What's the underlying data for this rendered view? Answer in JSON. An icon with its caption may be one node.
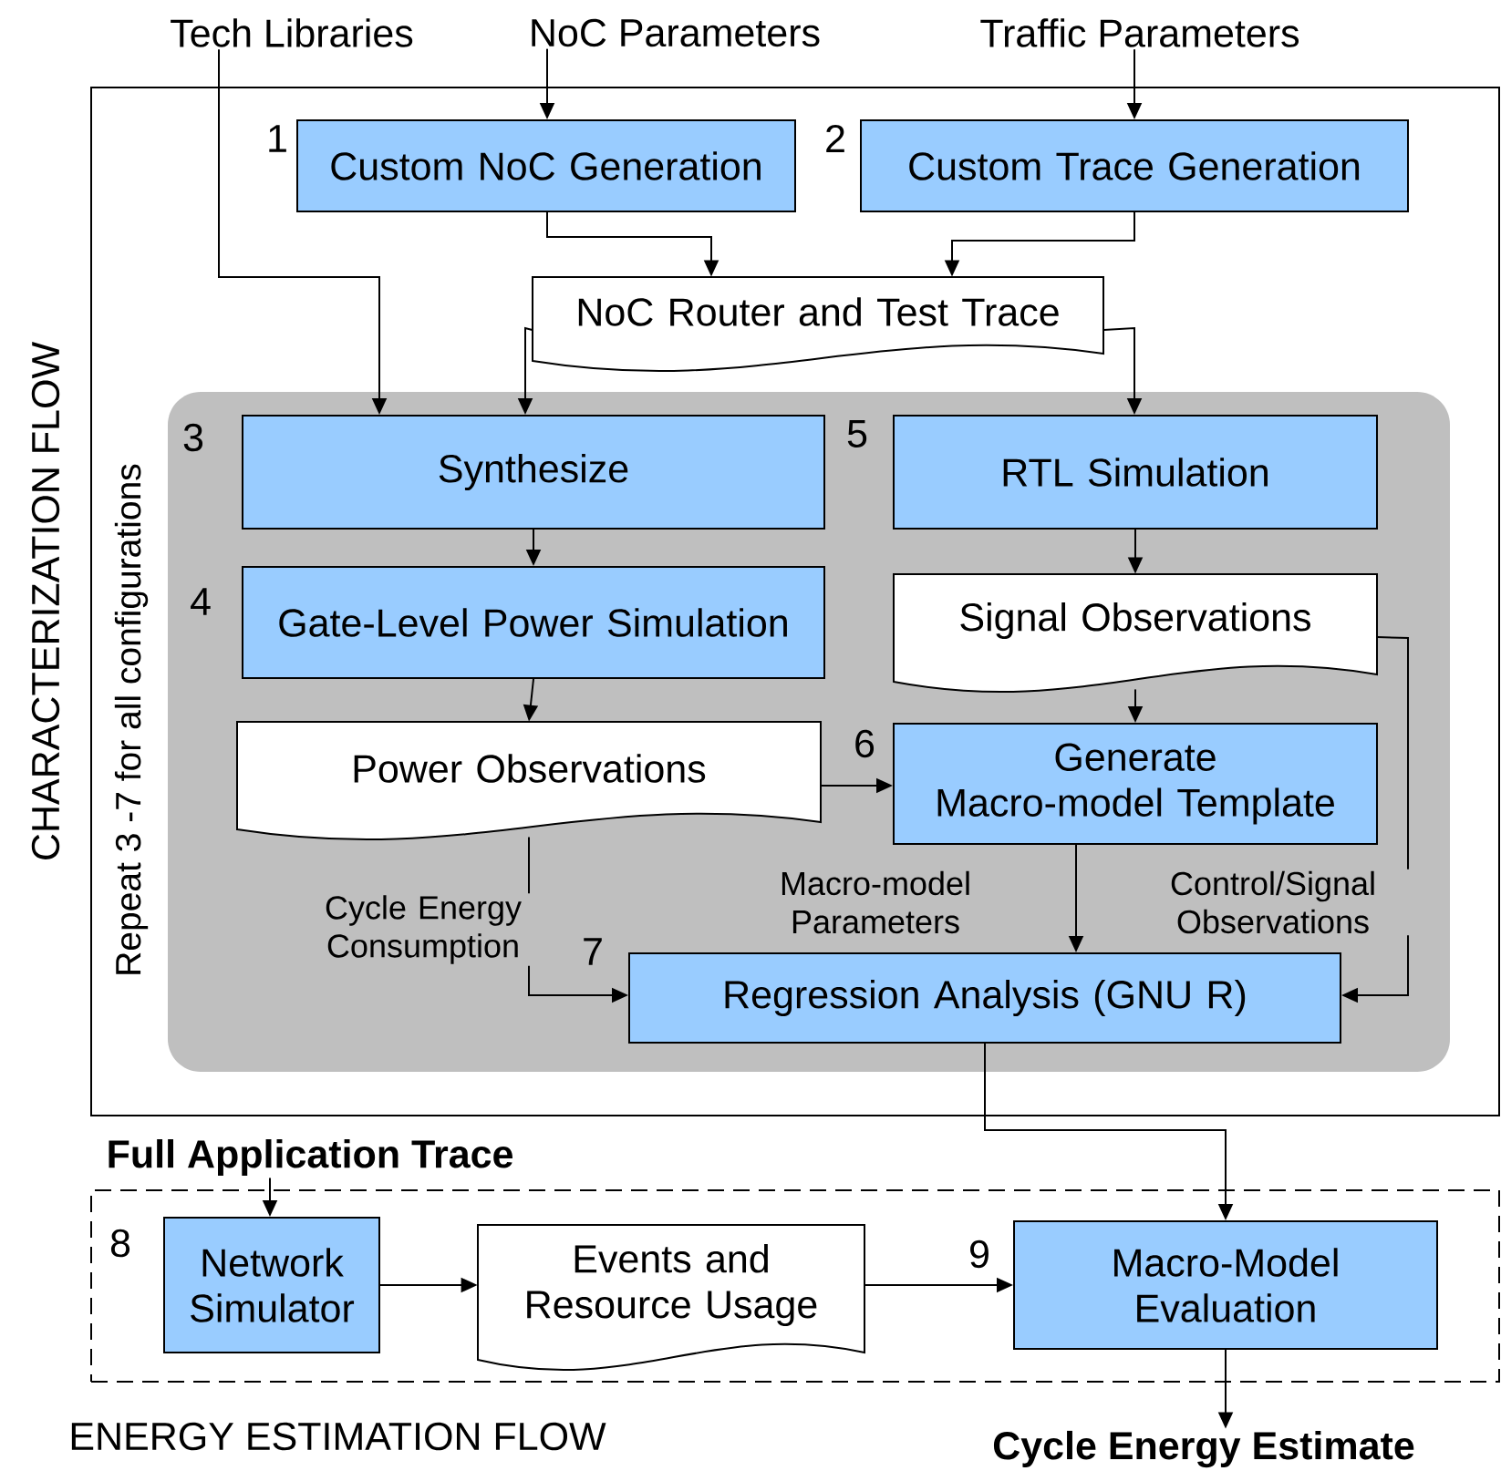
{
  "diagram": {
    "nodes": [
      {
        "text": [
          "Tech Libraries"
        ]
      },
      {
        "text": [
          "NoC Parameters"
        ]
      },
      {
        "text": [
          "Traffic Parameters"
        ]
      },
      {
        "text": [
          "CHARACTERIZATION FLOW"
        ]
      },
      {
        "text": [
          "Repeat 3 -7  for all configurations"
        ],
        "in": 3
      },
      {
        "text": [
          "Custom NoC Generation"
        ],
        "beside": [
          "1"
        ],
        "in": 3
      },
      {
        "text": [
          "Custom Trace Generation"
        ],
        "beside": [
          "2"
        ],
        "in": 3
      },
      {
        "text": [
          "NoC Router and Test Trace"
        ],
        "in": 3
      },
      {
        "text": [
          "Synthesize"
        ],
        "beside": [
          "3"
        ],
        "in": 4
      },
      {
        "text": [
          "RTL Simulation"
        ],
        "beside": [
          "5"
        ],
        "in": 4
      },
      {
        "text": [
          "Gate-Level Power Simulation"
        ],
        "beside": [
          "4"
        ],
        "in": 4
      },
      {
        "text": [
          "Signal Observations"
        ],
        "in": 4
      },
      {
        "text": [
          "Power Observations"
        ],
        "in": 4
      },
      {
        "text": [
          "Generate Macro-model Template"
        ],
        "beside": [
          "6"
        ],
        "in": 4
      },
      {
        "text": [
          "Regression Analysis (GNU R)"
        ],
        "beside": [
          "7"
        ],
        "in": 4
      },
      {
        "text": [
          "ENERGY ESTIMATION FLOW"
        ]
      },
      {
        "text": [
          "Full Application Trace"
        ]
      },
      {
        "text": [
          "Network Simulator"
        ],
        "beside": [
          "8"
        ],
        "in": 15
      },
      {
        "text": [
          "Events and Resource Usage"
        ],
        "in": 15
      },
      {
        "text": [
          "Macro-Model Evaluation"
        ],
        "beside": [
          "9"
        ],
        "in": 15
      },
      {
        "text": [
          "Cycle Energy Estimate"
        ]
      }
    ],
    "edges": [
      {
        "from": 0,
        "to": 8,
        "arrow": "to"
      },
      {
        "from": 1,
        "to": 5,
        "arrow": "to"
      },
      {
        "from": 2,
        "to": 6,
        "arrow": "to"
      },
      {
        "from": 5,
        "to": 7,
        "arrow": "to"
      },
      {
        "from": 6,
        "to": 7,
        "arrow": "to"
      },
      {
        "from": 7,
        "to": 8,
        "arrow": "to"
      },
      {
        "from": 7,
        "to": 9,
        "arrow": "to"
      },
      {
        "from": 8,
        "to": 10,
        "arrow": "to"
      },
      {
        "from": 9,
        "to": 11,
        "arrow": "to"
      },
      {
        "from": 10,
        "to": 12,
        "arrow": "to"
      },
      {
        "from": 11,
        "to": 13,
        "arrow": "to"
      },
      {
        "from": 12,
        "to": 13,
        "arrow": "to"
      },
      {
        "from": 12,
        "to": 14,
        "arrow": "to",
        "label": "Cycle Energy Consumption"
      },
      {
        "from": 13,
        "to": 14,
        "arrow": "to",
        "label": "Macro-model Parameters"
      },
      {
        "from": 11,
        "to": 14,
        "arrow": "to",
        "label": "Control/Signal Observations"
      },
      {
        "from": 14,
        "to": 19,
        "arrow": "to"
      },
      {
        "from": 16,
        "to": 17,
        "arrow": "to"
      },
      {
        "from": 17,
        "to": 18,
        "arrow": "to"
      },
      {
        "from": 18,
        "to": 19,
        "arrow": "to"
      },
      {
        "from": 19,
        "to": 20,
        "arrow": "to"
      }
    ]
  }
}
